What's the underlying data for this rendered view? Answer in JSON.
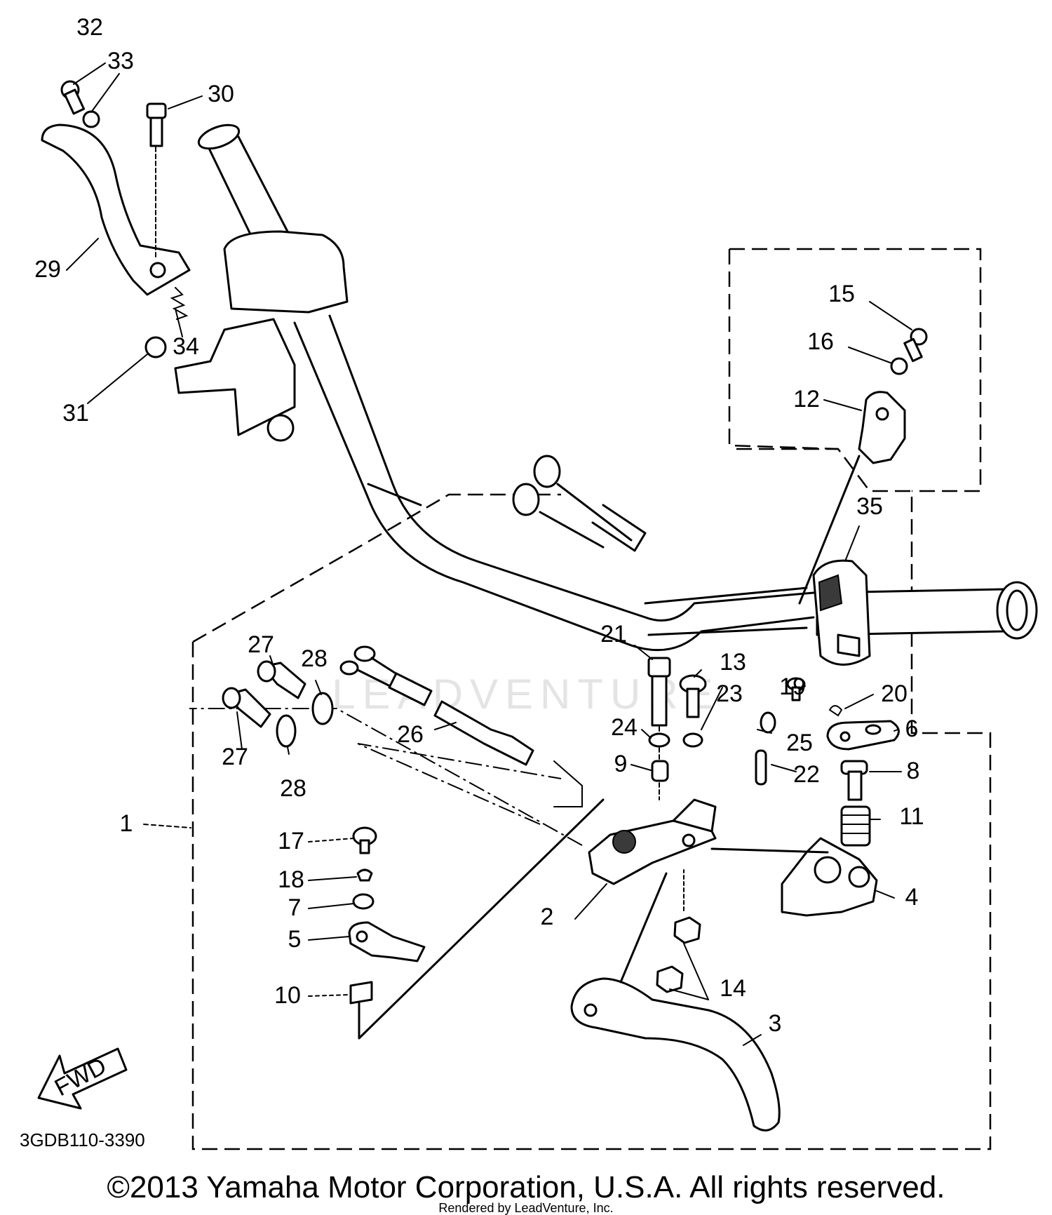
{
  "diagram": {
    "callouts": [
      "1",
      "2",
      "3",
      "4",
      "5",
      "6",
      "7",
      "8",
      "9",
      "10",
      "11",
      "12",
      "13",
      "14",
      "15",
      "16",
      "17",
      "18",
      "19",
      "20",
      "21",
      "22",
      "23",
      "24",
      "25",
      "26",
      "27",
      "28",
      "29",
      "30",
      "31",
      "32",
      "33",
      "34",
      "35"
    ],
    "direction_label": "FWD",
    "drawing_code": "3GDB110-3390",
    "watermark": "LEADVENTURE"
  },
  "footer": {
    "copyright": "©2013 Yamaha Motor Corporation, U.S.A. All rights reserved.",
    "rendered_by": "Rendered by LeadVenture, Inc."
  }
}
